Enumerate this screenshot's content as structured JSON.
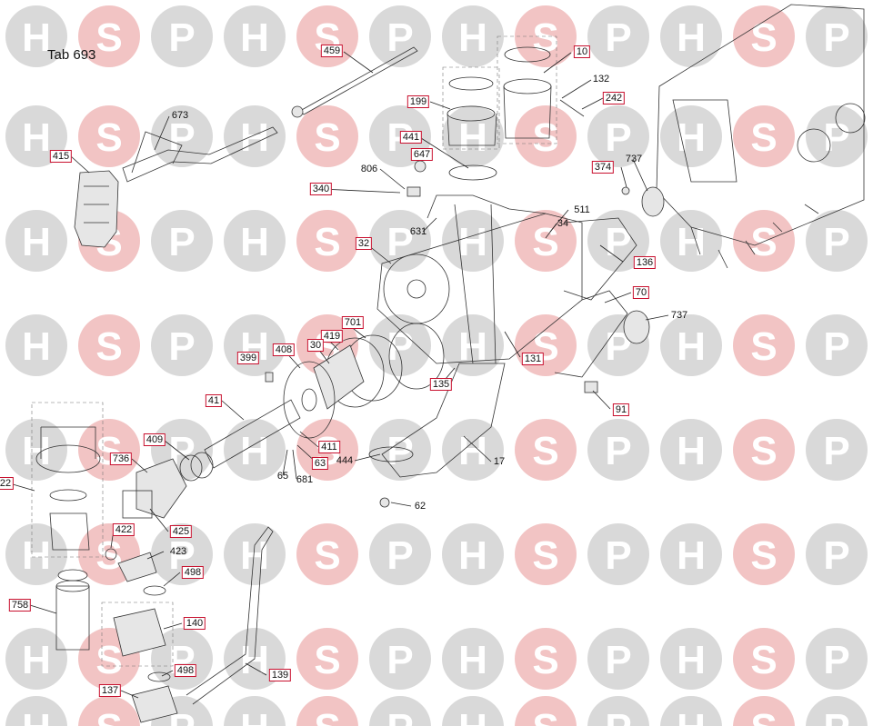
{
  "title": "Tab 693",
  "watermark": {
    "letters": [
      "H",
      "S",
      "P"
    ],
    "colors": {
      "grey": "#d9d9d9",
      "pink": "#f2c4c4",
      "text": "#ffffff"
    }
  },
  "colors": {
    "callout_border": "#c8102e",
    "line": "#222222"
  },
  "labels": [
    {
      "text": "459",
      "boxed": true
    },
    {
      "text": "10",
      "boxed": true
    },
    {
      "text": "132",
      "boxed": false
    },
    {
      "text": "242",
      "boxed": true
    },
    {
      "text": "199",
      "boxed": true
    },
    {
      "text": "673",
      "boxed": false
    },
    {
      "text": "415",
      "boxed": true
    },
    {
      "text": "441",
      "boxed": true
    },
    {
      "text": "647",
      "boxed": true
    },
    {
      "text": "806",
      "boxed": false
    },
    {
      "text": "340",
      "boxed": true
    },
    {
      "text": "374",
      "boxed": true
    },
    {
      "text": "737",
      "boxed": false
    },
    {
      "text": "511",
      "boxed": false
    },
    {
      "text": "34",
      "boxed": false
    },
    {
      "text": "631",
      "boxed": false
    },
    {
      "text": "32",
      "boxed": true
    },
    {
      "text": "136",
      "boxed": true
    },
    {
      "text": "70",
      "boxed": true
    },
    {
      "text": "737",
      "boxed": false
    },
    {
      "text": "701",
      "boxed": true
    },
    {
      "text": "419",
      "boxed": true
    },
    {
      "text": "408",
      "boxed": true
    },
    {
      "text": "30",
      "boxed": true
    },
    {
      "text": "399",
      "boxed": true
    },
    {
      "text": "131",
      "boxed": true
    },
    {
      "text": "135",
      "boxed": true
    },
    {
      "text": "91",
      "boxed": true
    },
    {
      "text": "41",
      "boxed": true
    },
    {
      "text": "409",
      "boxed": true
    },
    {
      "text": "411",
      "boxed": true
    },
    {
      "text": "736",
      "boxed": true
    },
    {
      "text": "63",
      "boxed": true
    },
    {
      "text": "65",
      "boxed": false
    },
    {
      "text": "681",
      "boxed": false
    },
    {
      "text": "444",
      "boxed": false
    },
    {
      "text": "17",
      "boxed": false
    },
    {
      "text": "22",
      "boxed": true
    },
    {
      "text": "425",
      "boxed": true
    },
    {
      "text": "62",
      "boxed": false
    },
    {
      "text": "422",
      "boxed": true
    },
    {
      "text": "423",
      "boxed": false
    },
    {
      "text": "498",
      "boxed": true
    },
    {
      "text": "758",
      "boxed": true
    },
    {
      "text": "140",
      "boxed": true
    },
    {
      "text": "498",
      "boxed": true
    },
    {
      "text": "139",
      "boxed": true
    },
    {
      "text": "137",
      "boxed": true
    }
  ]
}
